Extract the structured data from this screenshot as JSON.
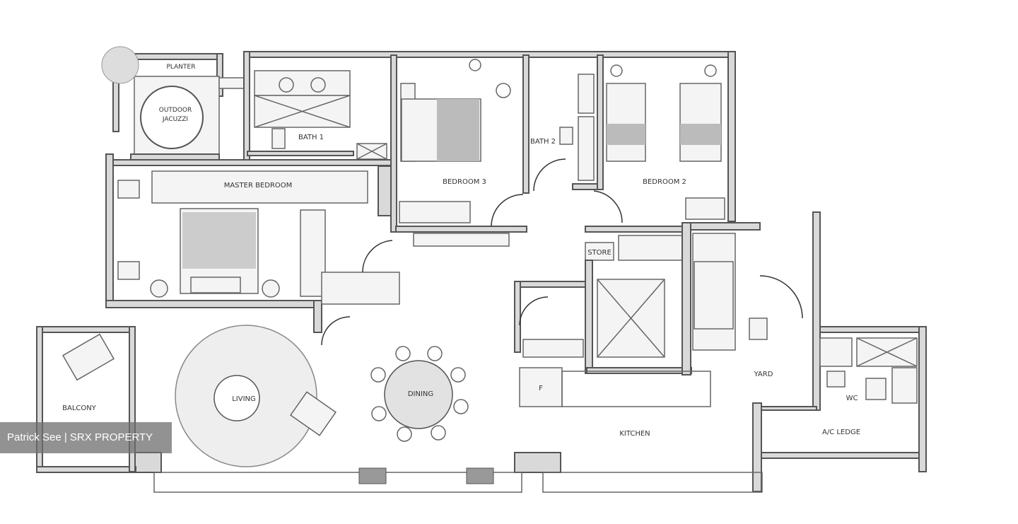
{
  "rooms": {
    "planter": "PLANTER",
    "outdoor_jacuzzi_line1": "OUTDOOR",
    "outdoor_jacuzzi_line2": "JACUZZI",
    "bath1": "BATH 1",
    "master_bedroom": "MASTER BEDROOM",
    "bedroom3": "BEDROOM 3",
    "bath2": "BATH 2",
    "bedroom2": "BEDROOM 2",
    "store": "STORE",
    "living": "LIVING",
    "dining": "DINING",
    "balcony": "BALCONY",
    "kitchen": "KITCHEN",
    "fridge": "F",
    "yard": "YARD",
    "wc": "WC",
    "ac_ledge": "A/C LEDGE"
  },
  "watermark": "Patrick See | SRX PROPERTY",
  "colors": {
    "wall": "#d9d9d9",
    "line": "#555555",
    "watermark_bg": "#6e6e6e"
  }
}
